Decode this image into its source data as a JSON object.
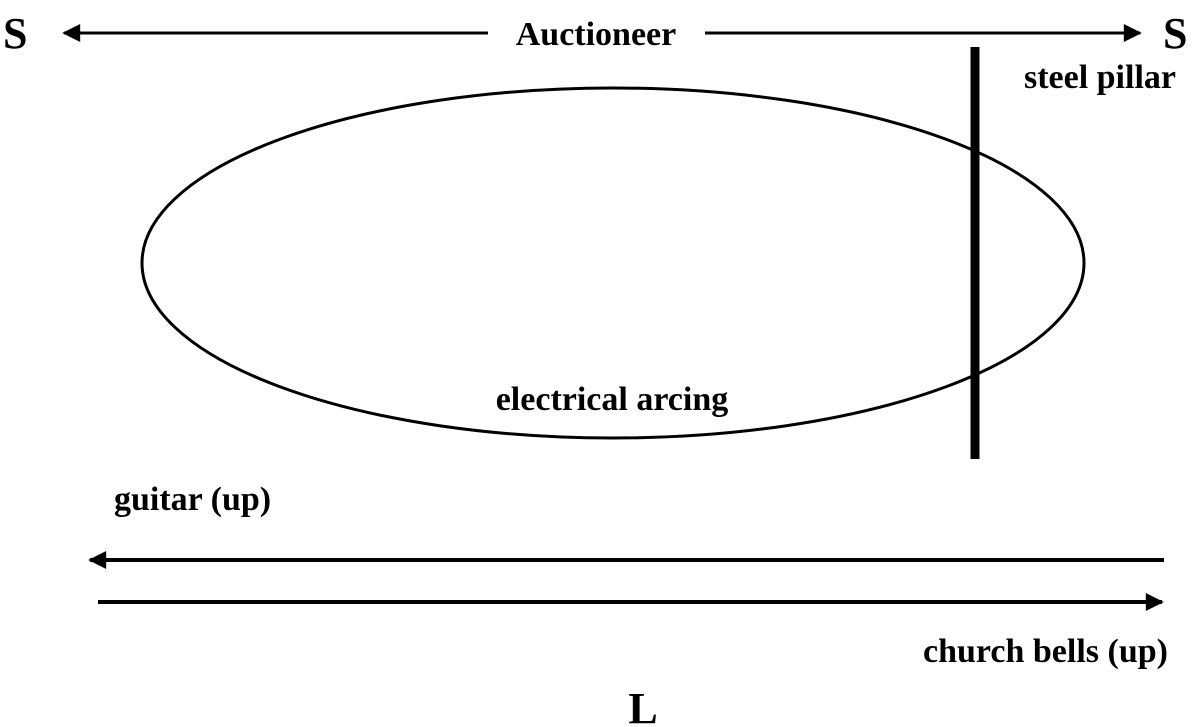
{
  "diagram": {
    "top_left_label": "S",
    "top_right_label": "S",
    "top_arrow_label": "Auctioneer",
    "pillar_label": "steel pillar",
    "ellipse_label": "electrical arcing",
    "upper_arrow_label": "guitar (up)",
    "lower_arrow_label": "church bells (up)",
    "bottom_label": "L"
  },
  "colors": {
    "ink": "#000000",
    "background": "#ffffff"
  }
}
